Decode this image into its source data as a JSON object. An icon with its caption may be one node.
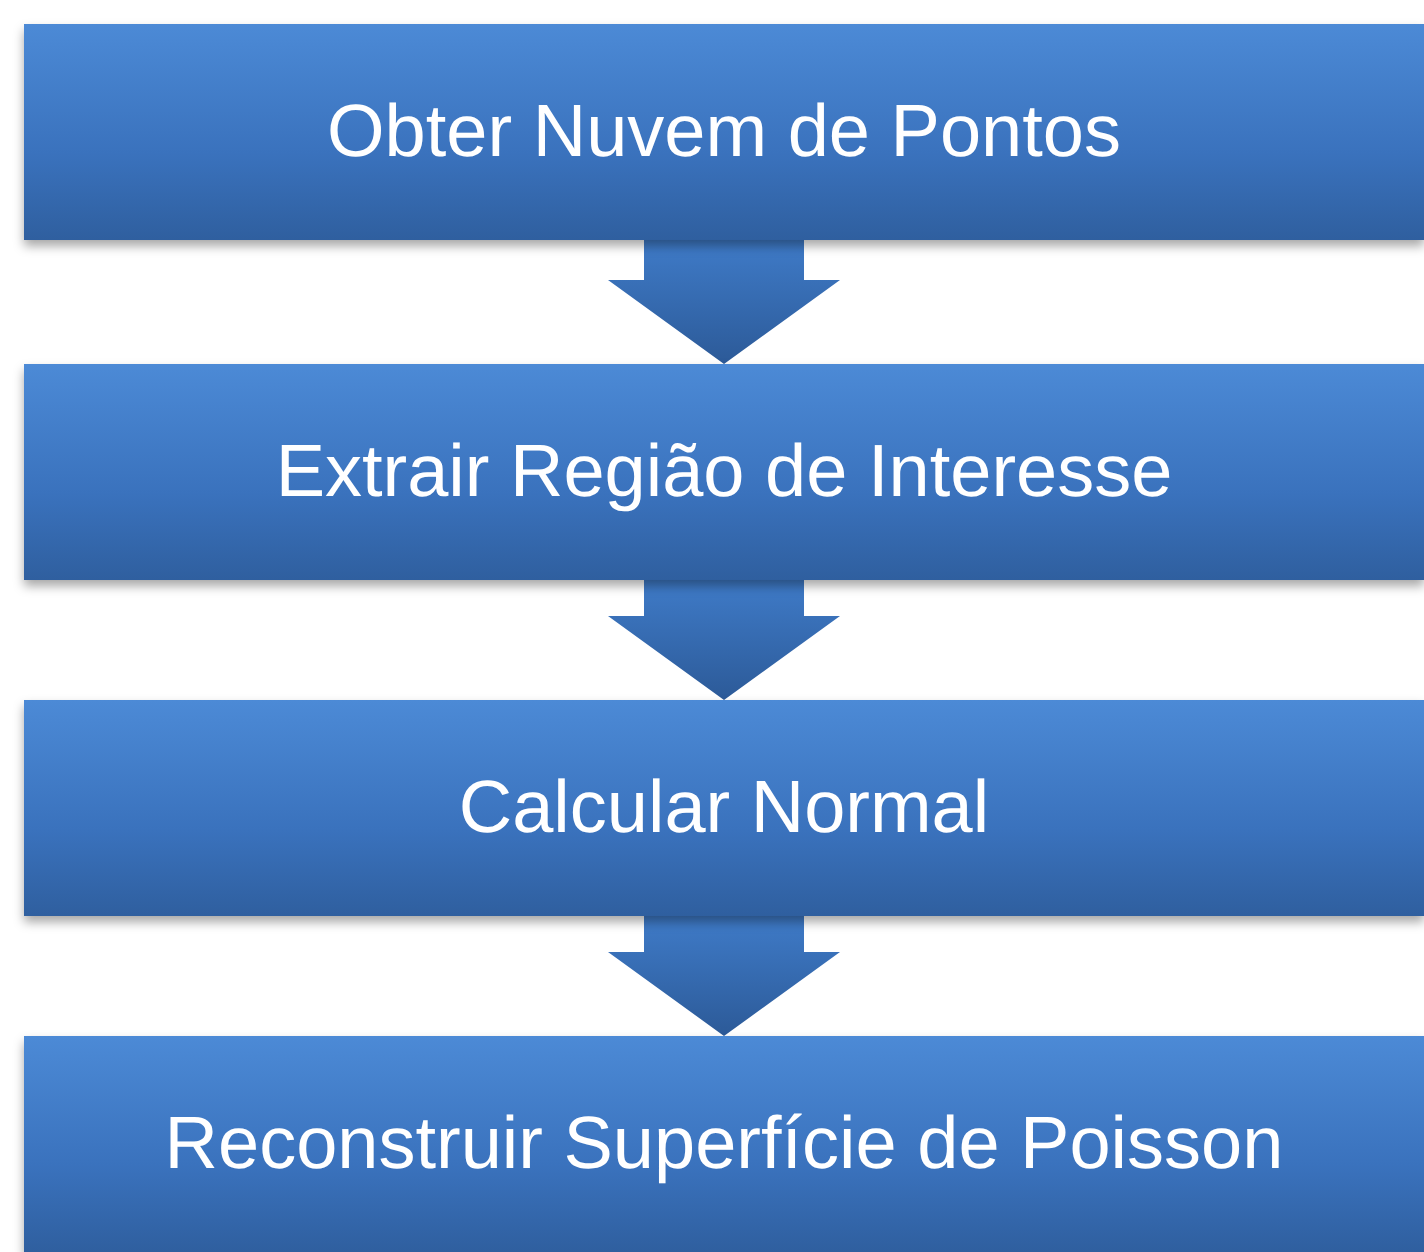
{
  "diagram": {
    "nodes": [
      {
        "text": [
          "Obter Nuvem de Pontos"
        ]
      },
      {
        "text": [
          "Extrair Região de Interesse"
        ]
      },
      {
        "text": [
          "Calcular Normal"
        ]
      },
      {
        "text": [
          "Reconstruir Superfície de Poisson"
        ]
      }
    ],
    "edges": [
      {
        "from": 0,
        "to": 1,
        "arrow": "to"
      },
      {
        "from": 1,
        "to": 2,
        "arrow": "to"
      },
      {
        "from": 2,
        "to": 3,
        "arrow": "to"
      }
    ]
  }
}
